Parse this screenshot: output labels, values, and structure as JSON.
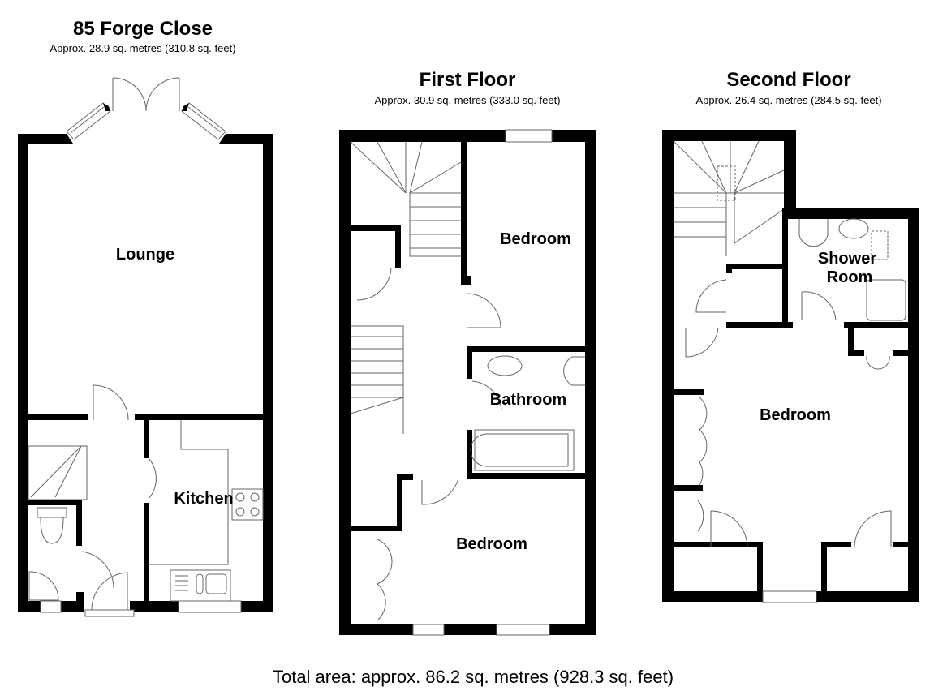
{
  "floors": [
    {
      "title": "85 Forge Close",
      "area": "Approx. 28.9 sq. metres (310.8 sq. feet)",
      "rooms": [
        "Lounge",
        "Kitchen"
      ]
    },
    {
      "title": "First Floor",
      "area": "Approx. 30.9 sq. metres (333.0 sq. feet)",
      "rooms": [
        "Bedroom",
        "Bathroom",
        "Bedroom"
      ]
    },
    {
      "title": "Second Floor",
      "area": "Approx. 26.4 sq. metres (284.5 sq. feet)",
      "rooms": [
        "Shower",
        "Room",
        "Bedroom"
      ]
    }
  ],
  "total_area": "Total area: approx. 86.2 sq. metres (928.3 sq. feet)",
  "colors": {
    "wall": "#000000",
    "fixture_line": "#666666",
    "background": "#ffffff"
  }
}
